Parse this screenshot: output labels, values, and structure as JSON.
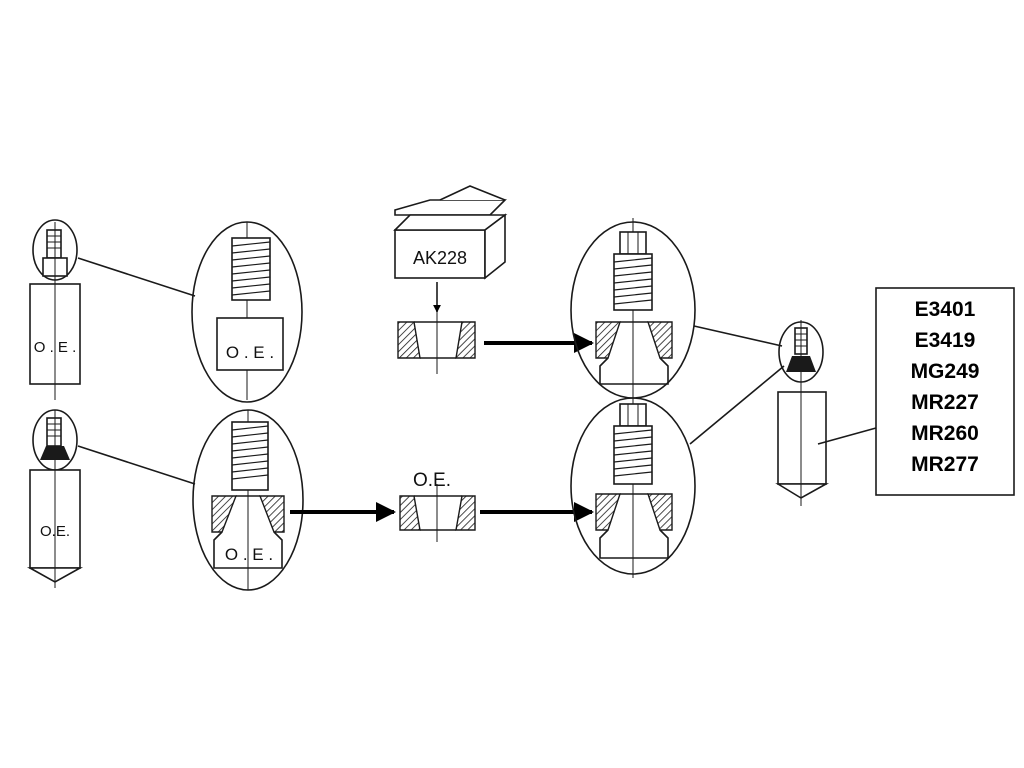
{
  "labels": {
    "oe": "O.E.",
    "oe_spaced": "O . E .",
    "oe_bold": "O.E.",
    "kit": "AK228"
  },
  "part_numbers": [
    "E3401",
    "E3419",
    "MG249",
    "MR227",
    "MR260",
    "MR277"
  ],
  "colors": {
    "ink": "#1a1a1a",
    "background": "#ffffff"
  }
}
